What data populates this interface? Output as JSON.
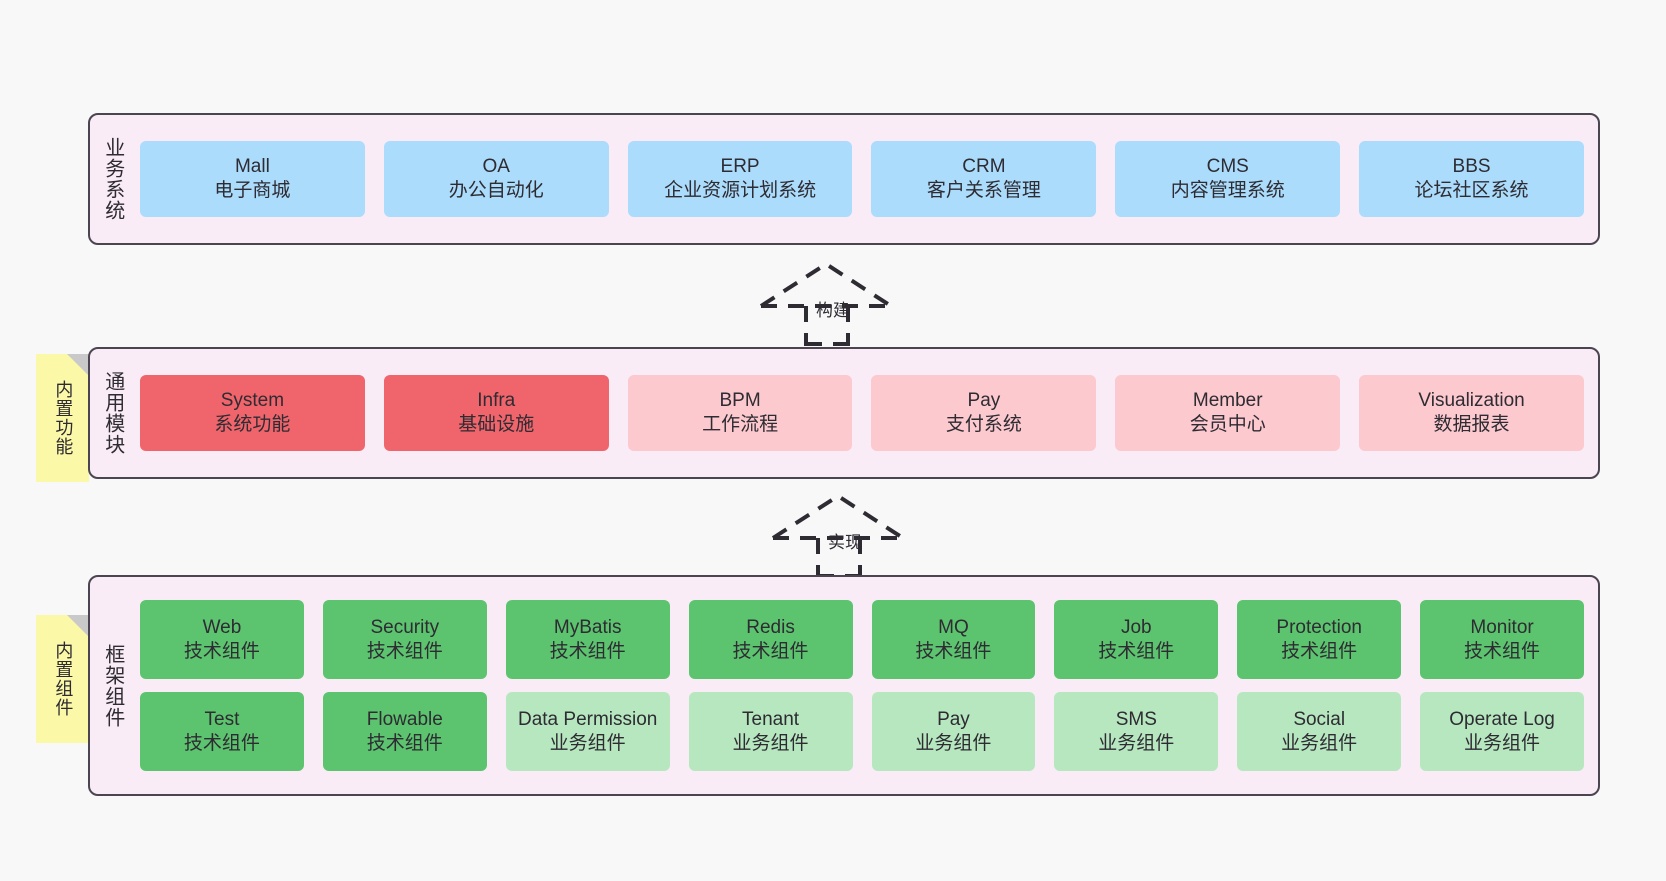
{
  "diagram": {
    "background_color": "#f8f8f8",
    "band_fill": "#f9ecf6",
    "band_border": "#4b4552",
    "note_fill": "#fbf8a8"
  },
  "bands": [
    {
      "label": "业务系统",
      "accent": "#abdcfb",
      "rows": [
        [
          {
            "title": "Mall",
            "subtitle": "电子商城"
          },
          {
            "title": "OA",
            "subtitle": "办公自动化"
          },
          {
            "title": "ERP",
            "subtitle": "企业资源计划系统"
          },
          {
            "title": "CRM",
            "subtitle": "客户关系管理"
          },
          {
            "title": "CMS",
            "subtitle": "内容管理系统"
          },
          {
            "title": "BBS",
            "subtitle": "论坛社区系统"
          }
        ]
      ]
    },
    {
      "label": "通用模块",
      "accent": "#f0656b",
      "rows": [
        [
          {
            "title": "System",
            "subtitle": "系统功能"
          },
          {
            "title": "Infra",
            "subtitle": "基础设施"
          },
          {
            "title": "BPM",
            "subtitle": "工作流程"
          },
          {
            "title": "Pay",
            "subtitle": "支付系统"
          },
          {
            "title": "Member",
            "subtitle": "会员中心"
          },
          {
            "title": "Visualization",
            "subtitle": "数据报表"
          }
        ]
      ]
    },
    {
      "label": "框架组件",
      "accent": "#5cc46e",
      "rows": [
        [
          {
            "title": "Web",
            "subtitle": "技术组件"
          },
          {
            "title": "Security",
            "subtitle": "技术组件"
          },
          {
            "title": "MyBatis",
            "subtitle": "技术组件"
          },
          {
            "title": "Redis",
            "subtitle": "技术组件"
          },
          {
            "title": "MQ",
            "subtitle": "技术组件"
          },
          {
            "title": "Job",
            "subtitle": "技术组件"
          },
          {
            "title": "Protection",
            "subtitle": "技术组件"
          },
          {
            "title": "Monitor",
            "subtitle": "技术组件"
          }
        ],
        [
          {
            "title": "Test",
            "subtitle": "技术组件"
          },
          {
            "title": "Flowable",
            "subtitle": "技术组件"
          },
          {
            "title": "Data Permission",
            "subtitle": "业务组件"
          },
          {
            "title": "Tenant",
            "subtitle": "业务组件"
          },
          {
            "title": "Pay",
            "subtitle": "业务组件"
          },
          {
            "title": "SMS",
            "subtitle": "业务组件"
          },
          {
            "title": "Social",
            "subtitle": "业务组件"
          },
          {
            "title": "Operate Log",
            "subtitle": "业务组件"
          }
        ]
      ]
    }
  ],
  "notes": [
    {
      "label": "内置功能"
    },
    {
      "label": "内置组件"
    }
  ],
  "arrows": [
    {
      "label": "构建",
      "style": "dashed-hollow-triangle-up"
    },
    {
      "label": "实现",
      "style": "dashed-hollow-triangle-up"
    }
  ]
}
